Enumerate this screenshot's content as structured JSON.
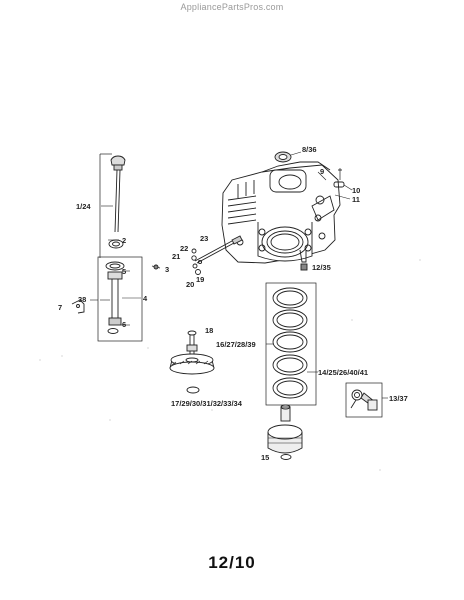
{
  "header": {
    "watermark": "AppliancePartsPros.com"
  },
  "footer": {
    "page_number": "12/10"
  },
  "callouts": {
    "c_1_24": "1/24",
    "c_2": "2",
    "c_3": "3",
    "c_4": "4",
    "c_5": "5",
    "c_6": "6",
    "c_7": "7",
    "c_38": "38",
    "c_8_36": "8/36",
    "c_9": "9",
    "c_10": "10",
    "c_11": "11",
    "c_12_35": "12/35",
    "c_23": "23",
    "c_22": "22",
    "c_21": "21",
    "c_19": "19",
    "c_20": "20",
    "c_18": "18",
    "c_16_27_28_39": "16/27/28/39",
    "c_14_25_26_40_41": "14/25/26/40/41",
    "c_13_37": "13/37",
    "c_17_29_30_31_32_33_34": "17/29/30/31/32/33/34",
    "c_15": "15"
  }
}
